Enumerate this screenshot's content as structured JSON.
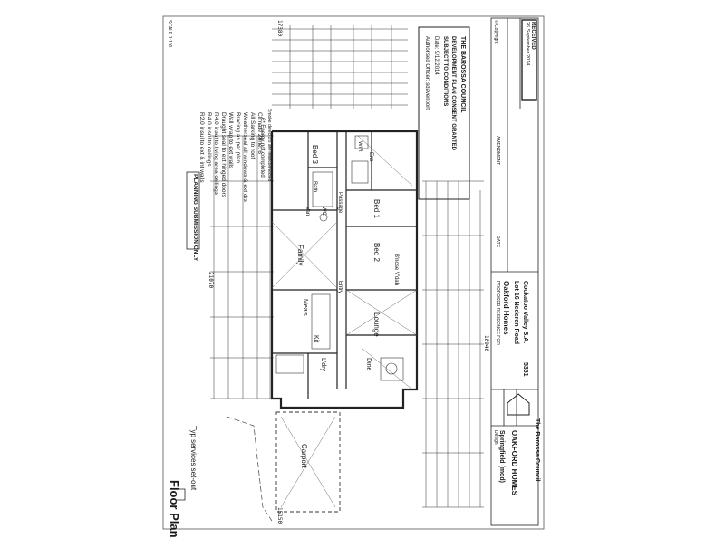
{
  "sheet": {
    "drawing_title": "Floor Plan",
    "note_services": "Typ services set-out",
    "planning_stamp": "PLANNING SUBMISSION ONLY",
    "scale_note": "SCALE 1:100",
    "overall_dims": [
      "21070",
      "17380",
      "15150",
      "18940"
    ],
    "specs": [
      "R2.0 insul to ext & int walls",
      "R4.0 insul to ceilings",
      "R4.0 insul to living area ceilings",
      "Draught seal to ext hinged doors",
      "Wall wrap to ext walls",
      "Bracing as per plan",
      "Weatherseal all windows & ext drs",
      "All Sarking to roof",
      "Climate Zone: 6"
    ],
    "energy_note": "6* Energy not completed",
    "detector_note": "Smoke detectors are interconnected"
  },
  "rooms": [
    {
      "key": "bed3",
      "label": "Bed 3"
    },
    {
      "key": "bath",
      "label": "Bath"
    },
    {
      "key": "vanity",
      "label": "Van"
    },
    {
      "key": "wc",
      "label": "WC"
    },
    {
      "key": "passage",
      "label": "Passage"
    },
    {
      "key": "wir",
      "label": "WIR"
    },
    {
      "key": "ens",
      "label": "Ens"
    },
    {
      "key": "bed1",
      "label": "Bed 1"
    },
    {
      "key": "family",
      "label": "Family"
    },
    {
      "key": "bed2",
      "label": "Bed 2"
    },
    {
      "key": "entry",
      "label": "Entry"
    },
    {
      "key": "verandah",
      "label": "B'nose V'dah"
    },
    {
      "key": "meals",
      "label": "Meals"
    },
    {
      "key": "kit",
      "label": "Kit"
    },
    {
      "key": "lounge",
      "label": "Lounge"
    },
    {
      "key": "ldry",
      "label": "L'dry"
    },
    {
      "key": "dine",
      "label": "Dine"
    },
    {
      "key": "carport",
      "label": "Carport"
    }
  ],
  "council": {
    "name": "THE BAROSSA COUNCIL",
    "line1": "DEVELOPMENT PLAN CONSENT GRANTED",
    "line2": "SUBJECT TO CONDITIONS",
    "date": "Date: 9/12/2014",
    "officer": "Authorised Officer: sdavenport",
    "stamp_tag": "The Barossa Council",
    "stamp_label": "RECEIVED",
    "stamp_date": "26 September 2014"
  },
  "title_block": {
    "proposed_label": "PROPOSED RESIDENCE FOR",
    "client": "Oakford Homes",
    "lot": "Lot 16 Nederen Road",
    "locality": "Cockatoo Valley S.A.",
    "postcode": "5351",
    "design_label": "Design",
    "design": "Springfield (mod)",
    "builder": "OAKFORD HOMES",
    "amendment_label": "AMENDMENT",
    "date_label": "DATE",
    "copyright": "© Copyright"
  }
}
